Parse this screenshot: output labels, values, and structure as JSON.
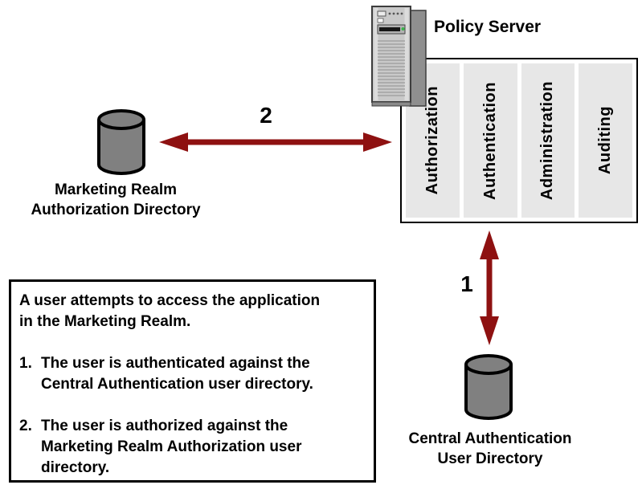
{
  "policy_server": {
    "title": "Policy Server",
    "modules": [
      {
        "label": "Authorization"
      },
      {
        "label": "Authentication"
      },
      {
        "label": "Administration"
      },
      {
        "label": "Auditing"
      }
    ]
  },
  "marketing_directory": {
    "line1": "Marketing Realm",
    "line2": "Authorization Directory"
  },
  "central_directory": {
    "line1": "Central Authentication",
    "line2": "User Directory"
  },
  "arrow_labels": {
    "authentication_flow": "1",
    "authorization_flow": "2"
  },
  "note_box": {
    "intro_lines": [
      "A user attempts to access the application",
      "in the Marketing Realm."
    ],
    "steps": [
      {
        "number": "1.",
        "lines": [
          "The user is authenticated against the",
          "Central Authentication user directory."
        ]
      },
      {
        "number": "2.",
        "lines": [
          "The user is authorized against the",
          "Marketing Realm Authorization user",
          "directory."
        ]
      }
    ]
  },
  "colors": {
    "arrow": "#8e1111",
    "cylinder_fill": "#808080",
    "module_fill": "#e7e7e7",
    "outline": "#000000"
  }
}
